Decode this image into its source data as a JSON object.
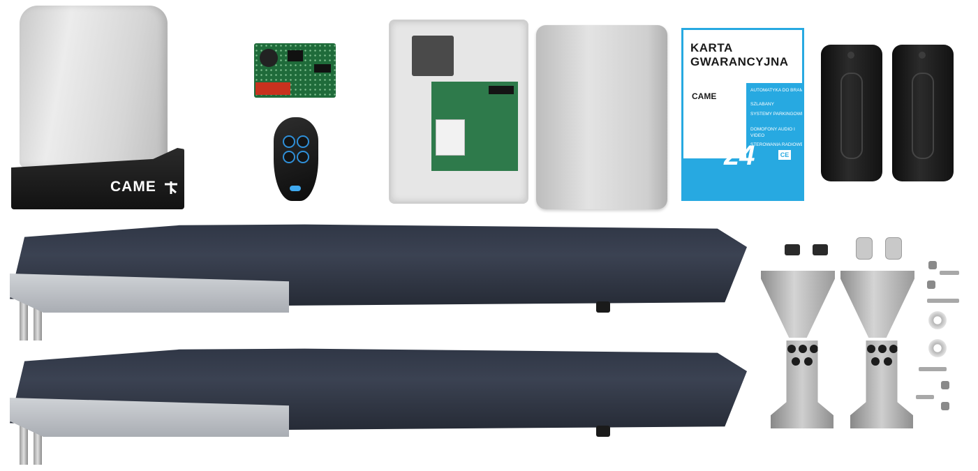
{
  "lamp": {
    "brand": "CAME"
  },
  "warranty": {
    "title_line1": "KARTA",
    "title_line2": "GWARANCYJNA",
    "brand": "CAME",
    "list": [
      "AUTOMATYKA DO BRAM",
      "SZLABANY",
      "SYSTEMY PARKINGOWE",
      "DOMOFONY AUDIO I VIDEO",
      "STEROWANIA RADIOWE"
    ],
    "months": "24",
    "ce": "CE"
  },
  "colors": {
    "warranty_blue": "#27a9e1",
    "operator_body": "#2f3645",
    "remote_buttons": "#2f8fd8"
  }
}
